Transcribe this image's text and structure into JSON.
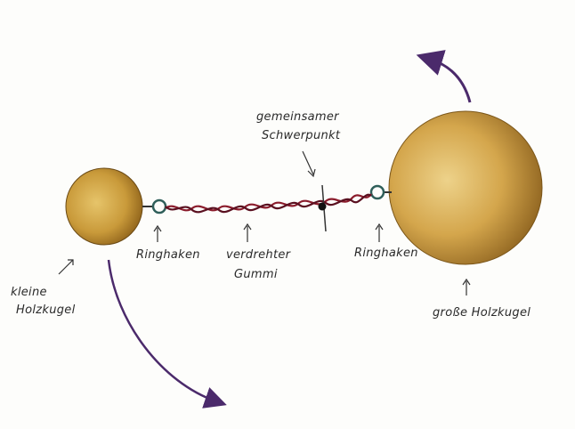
{
  "labels": {
    "small_ball": [
      "kleine",
      "Holzkugel"
    ],
    "ring_hook_left": "Ringhaken",
    "twisted_rubber": [
      "verdrehter",
      "Gummi"
    ],
    "center_of_mass": [
      "gemeinsamer",
      "Schwerpunkt"
    ],
    "ring_hook_right": "Ringhaken",
    "large_ball": "große Holzkugel"
  },
  "colors": {
    "wood": "#c99a3a",
    "wood_dark": "#9c6f1e",
    "rubber": "#8b1c2c",
    "arrow": "#4b2a6b",
    "pencil": "#333333"
  }
}
